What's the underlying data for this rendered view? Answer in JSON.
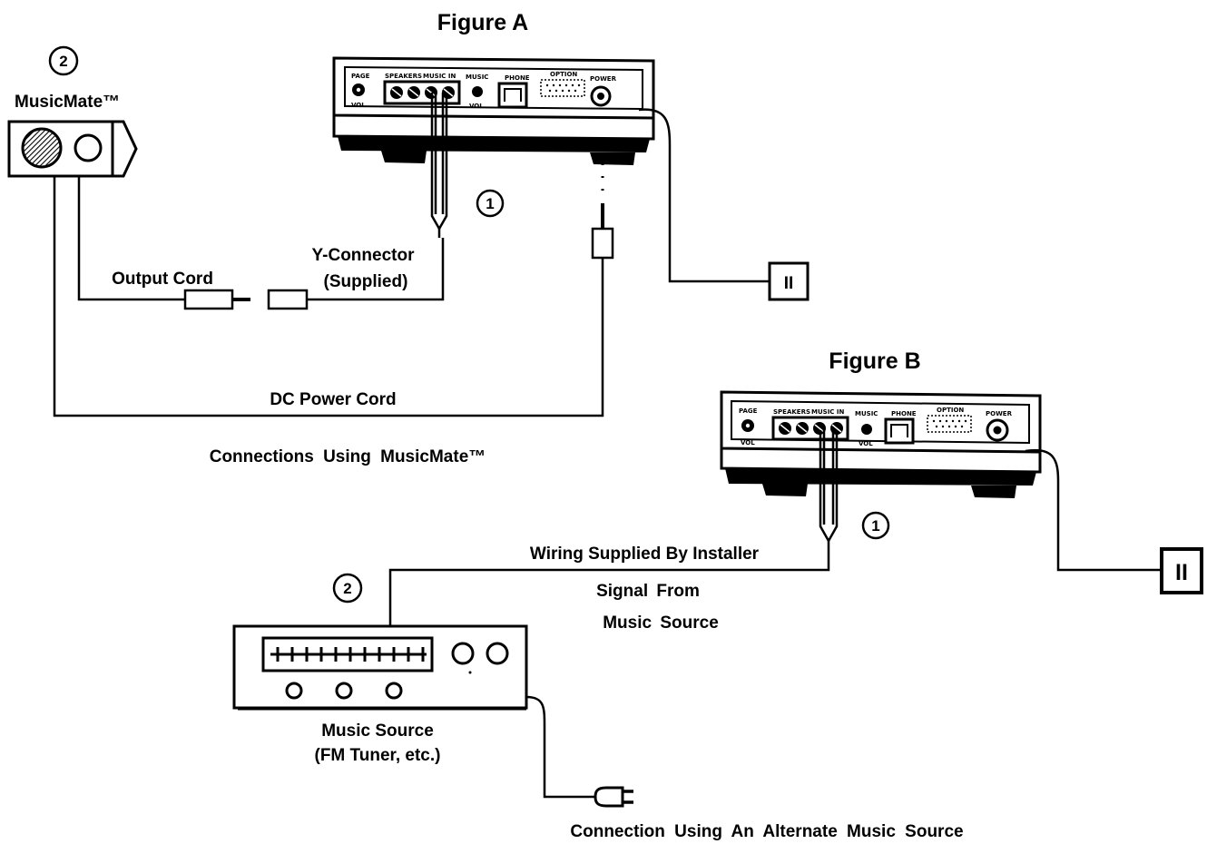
{
  "figure_a": {
    "title": "Figure A",
    "callout_1": "1",
    "callout_2": "2",
    "musicmate_label": "MusicMate™",
    "y_connector_line1": "Y-Connector",
    "y_connector_line2": "(Supplied)",
    "output_cord_label": "Output Cord",
    "dc_power_cord_label": "DC Power Cord",
    "outlet_label": "II",
    "caption": "Connections Using MusicMate™"
  },
  "figure_b": {
    "title": "Figure B",
    "callout_1": "1",
    "callout_2": "2",
    "wiring_label": "Wiring Supplied By Installer",
    "signal_line1": "Signal From",
    "signal_line2": "Music Source",
    "music_source_line1": "Music Source",
    "music_source_line2": "(FM Tuner, etc.)",
    "outlet_label": "II",
    "caption": "Connection Using An Alternate Music Source"
  },
  "device_panel": {
    "page": "PAGE",
    "speakers": "SPEAKERS",
    "music_in": "MUSIC IN",
    "music": "MUSIC",
    "vol": "VOL",
    "phone": "PHONE",
    "accessory": "OPTION",
    "power": "POWER"
  },
  "colors": {
    "ink": "#000000",
    "paper": "#ffffff"
  }
}
